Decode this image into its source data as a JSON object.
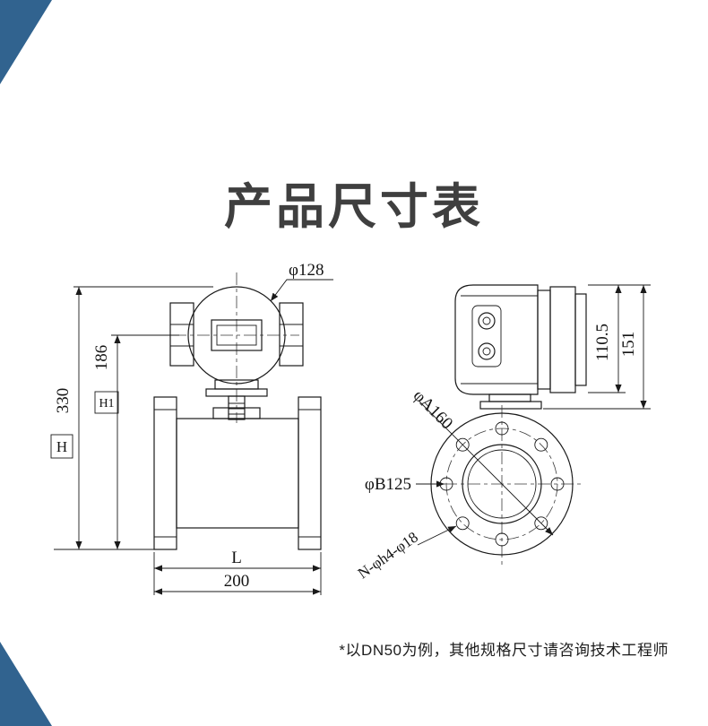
{
  "title": "产品尺寸表",
  "footnote": "*以DN50为例，其他规格尺寸请咨询技术工程师",
  "front_view": {
    "head_diameter": "φ128",
    "height_h_value": "330",
    "height_h_label": "H",
    "height_h1_value": "186",
    "height_h1_label": "H1",
    "length_label": "L",
    "length_value": "200"
  },
  "side_view": {
    "body_height": "110.5",
    "total_width": "151",
    "flange_od": "φA160",
    "bolt_circle": "φB125",
    "bolt_holes": "N-φh4-φ18"
  },
  "colors": {
    "accent": "#31638f",
    "title_text": "#3f3f3f",
    "line": "#1a1a1a"
  }
}
